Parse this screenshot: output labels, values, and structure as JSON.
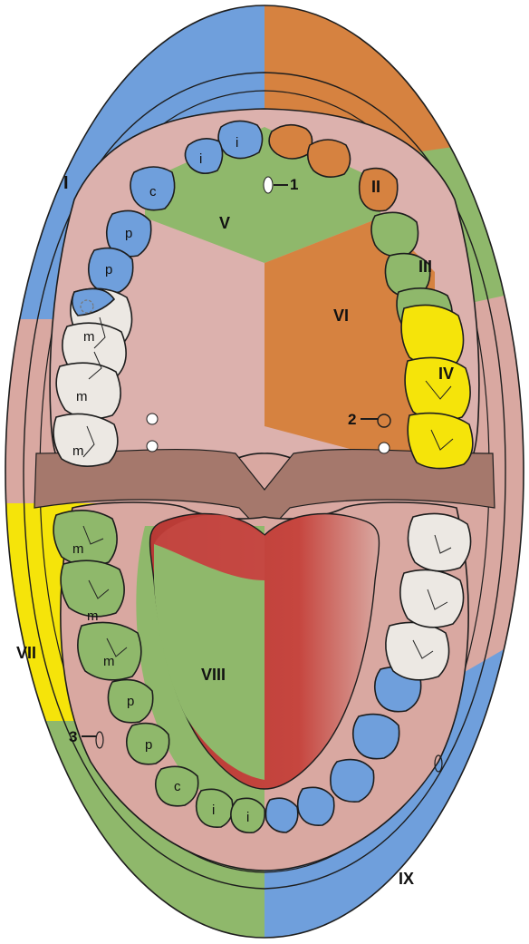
{
  "regions": [
    {
      "id": "I",
      "label": "I",
      "color": "#6f9fdc"
    },
    {
      "id": "II",
      "label": "II",
      "color": "#d68240"
    },
    {
      "id": "III",
      "label": "III",
      "color": "#8fb86b"
    },
    {
      "id": "IV",
      "label": "IV",
      "color": "#f5e40a"
    },
    {
      "id": "V",
      "label": "V",
      "color": "#8fb86b"
    },
    {
      "id": "VI",
      "label": "VI",
      "color": "#d68240"
    },
    {
      "id": "VII",
      "label": "VII",
      "color": "#f5e40a"
    },
    {
      "id": "VIII",
      "label": "VIII",
      "color": "#8fb86b"
    },
    {
      "id": "IX",
      "label": "IX",
      "color": "#6f9fdc"
    }
  ],
  "colors": {
    "palate_pink": "#dcb1ad",
    "cheek_brown": "#a5786c",
    "mucosa_pink": "#d9a8a1",
    "tooth_white": "#ece8e3",
    "tongue_red": "#c0403a",
    "outline": "#1d1d1d"
  },
  "markers": [
    {
      "id": "m1",
      "label": "1"
    },
    {
      "id": "m2",
      "label": "2"
    },
    {
      "id": "m3",
      "label": "3"
    }
  ],
  "tooth_labels": {
    "upper_left": [
      "i",
      "i",
      "c",
      "p",
      "p",
      "m",
      "m",
      "m"
    ],
    "lower_left": [
      "m",
      "m",
      "m",
      "p",
      "p",
      "c",
      "i",
      "i"
    ]
  }
}
